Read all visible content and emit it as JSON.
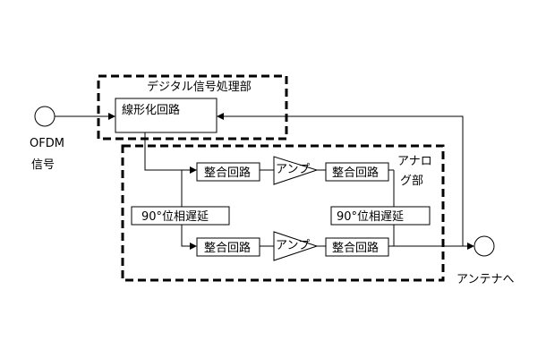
{
  "labels": {
    "digital_section": "デジタル信号処理部",
    "linearizer": "線形化回路",
    "ofdm_line1": "OFDM",
    "ofdm_line2": "信号",
    "analog_line1": "アナロ",
    "analog_line2": "グ部",
    "match_top_left": "整合回路",
    "match_top_right": "整合回路",
    "match_bottom_left": "整合回路",
    "match_bottom_right": "整合回路",
    "amp_top": "アンプ",
    "amp_bottom": "アンプ",
    "delay_left": "90°位相遅延",
    "delay_right": "90°位相遅延",
    "antenna": "アンテナへ"
  }
}
